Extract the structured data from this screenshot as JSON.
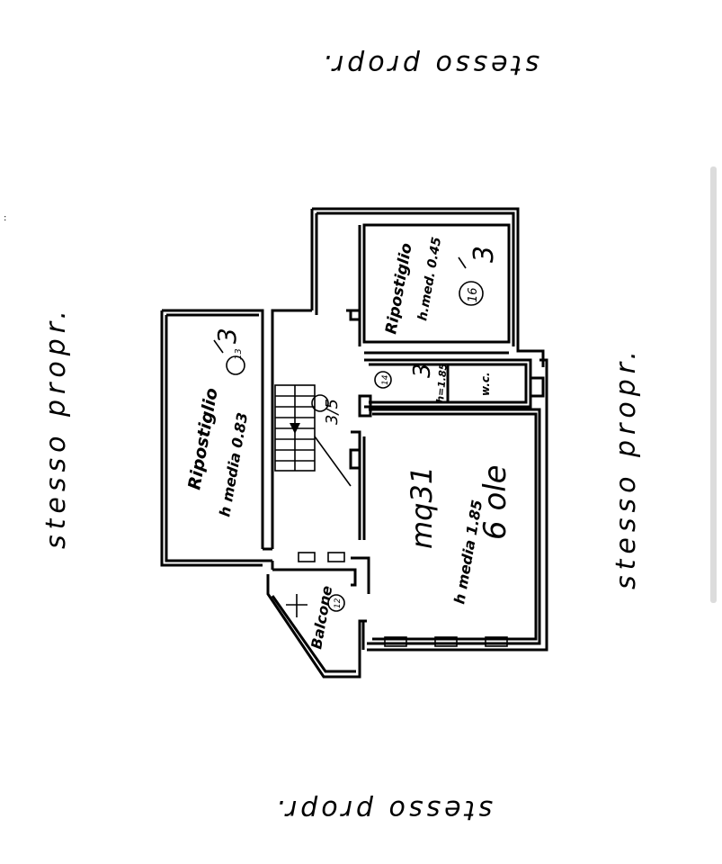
{
  "labels": {
    "top": "stesso propr.",
    "bottom": "stesso propr.",
    "left": "stesso propr.",
    "right": "stesso propr."
  },
  "rooms": {
    "ripostiglio_left": {
      "name": "Ripostiglio",
      "height": "h media 0.83",
      "num": "13",
      "mark": "3"
    },
    "ripostiglio_top": {
      "name": "Ripostiglio",
      "height": "h.med. 0.45",
      "num": "16",
      "mark": "3"
    },
    "small_room": {
      "height": "h=1.85",
      "num": "14",
      "mark": "3"
    },
    "wc": {
      "name": "w.c."
    },
    "main_room": {
      "height": "h media 1.85",
      "handwritten_1": "mq31",
      "handwritten_2": "6 ole"
    },
    "balcony": {
      "name": "Balcone",
      "num": "12"
    },
    "stair": {
      "mark": "3/5"
    }
  }
}
